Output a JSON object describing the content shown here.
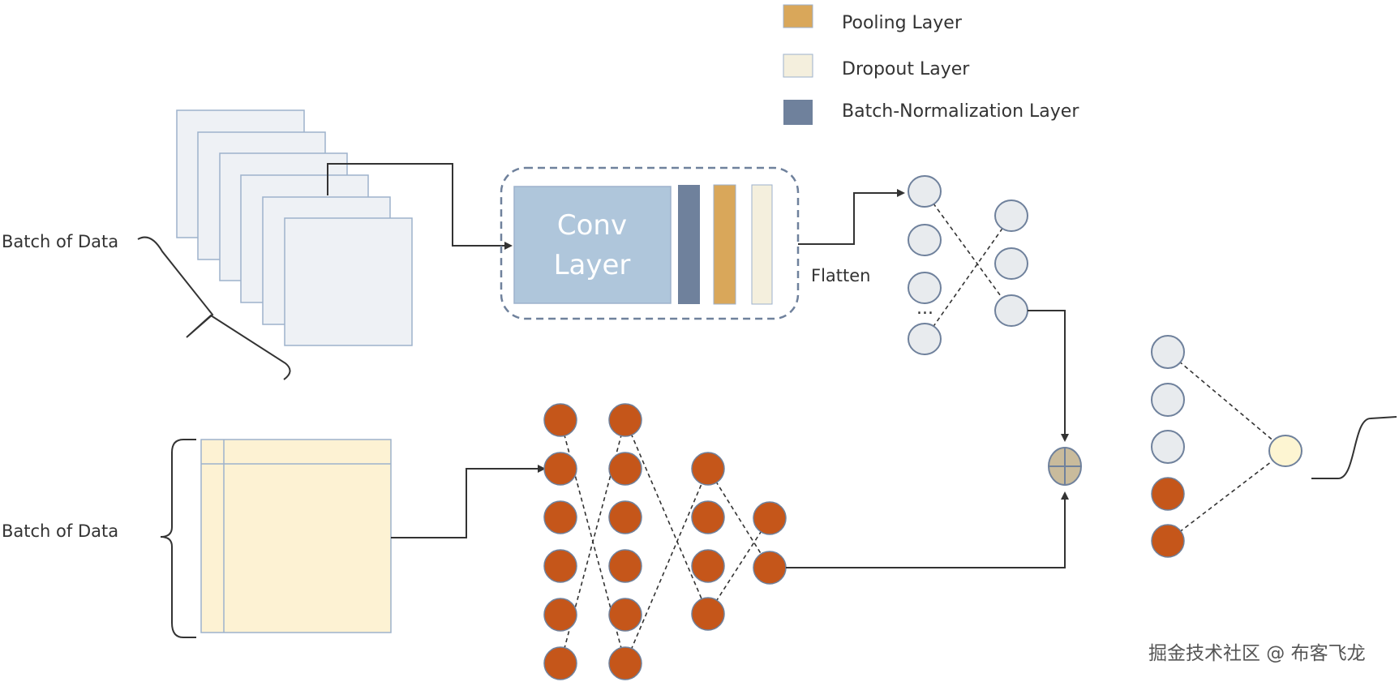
{
  "legend": {
    "items": [
      {
        "label": "Pooling Layer",
        "color": "#D9A75A"
      },
      {
        "label": "Dropout Layer",
        "color": "#F4EFDD"
      },
      {
        "label": "Batch-Normalization Layer",
        "color": "#6F819C"
      }
    ]
  },
  "image_branch": {
    "input_label": "Batch of Data",
    "conv_line1": "Conv",
    "conv_line2": "Layer",
    "flatten_label": "Flatten",
    "ellipsis": "...",
    "colors": {
      "frame_fill": "#EEF1F5",
      "frame_stroke": "#9DB2CC",
      "conv_fill": "#AFC6DB",
      "node_fill": "#E8EBEE"
    }
  },
  "tabular_branch": {
    "input_label": "Batch of Data",
    "colors": {
      "table_fill": "#FDF2D3",
      "table_stroke": "#9DB2CC",
      "node_fill": "#C5561A"
    }
  },
  "merge": {
    "symbol": "concatenate-icon",
    "color": "#C9BB9C"
  },
  "output": {
    "node_fill": "#FDF5D2",
    "curve": "sigmoid-curve"
  },
  "watermark": "掘金技术社区 @ 布客飞龙"
}
